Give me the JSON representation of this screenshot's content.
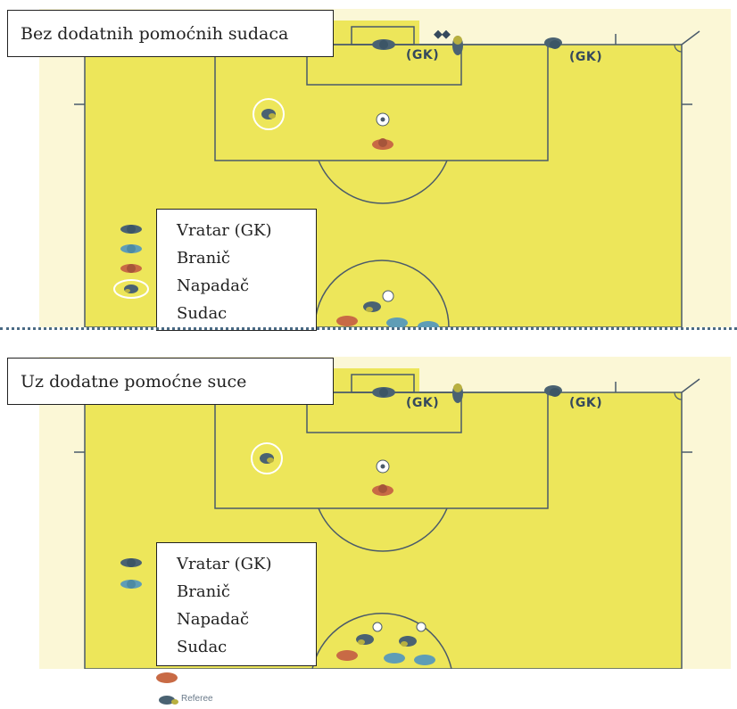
{
  "panels": [
    {
      "title": "Bez dodatnih pomoćnih sudaca",
      "gk_left": "(GK)",
      "gk_right": "(GK)",
      "legend": [
        "Vratar (GK)",
        "Branič",
        "Napadač",
        "Sudac"
      ]
    },
    {
      "title": "Uz dodatne pomoćne suce",
      "gk_left": "(GK)",
      "gk_right": "(GK)",
      "legend": [
        "Vratar (GK)",
        "Branič",
        "Napadač",
        "Sudac"
      ]
    }
  ],
  "footer": {
    "referee_label": "Referee"
  },
  "colors": {
    "pitch": "#ede65a",
    "surround": "#fbf7d6",
    "lines": "#4a5a6a",
    "goalkeeper": "#4a6272",
    "defender": "#5f9db6",
    "attacker": "#c86a45",
    "referee_outline": "#ffffff"
  }
}
